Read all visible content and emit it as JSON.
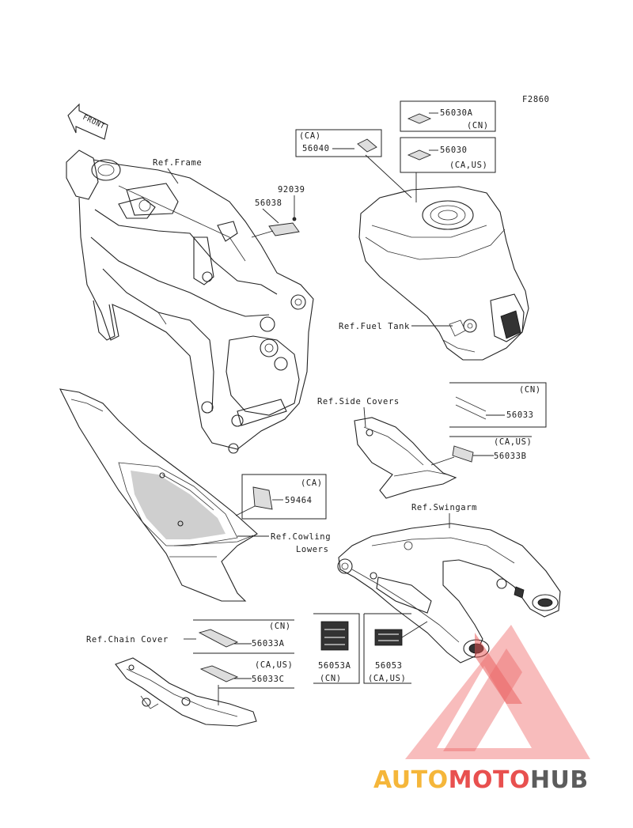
{
  "figure_code": "F2860",
  "front_arrow_label": "FRONT",
  "refs": {
    "frame": "Ref.Frame",
    "fuel_tank": "Ref.Fuel Tank",
    "side_covers": "Ref.Side Covers",
    "swingarm": "Ref.Swingarm",
    "cowling_line1": "Ref.Cowling",
    "cowling_line2": "Lowers",
    "chain_cover": "Ref.Chain Cover"
  },
  "parts": {
    "p92039": "92039",
    "p56038": "56038",
    "p56040": "56040",
    "p56040_region": "(CA)",
    "p56030A": "56030A",
    "p56030A_region": "(CN)",
    "p56030": "56030",
    "p56030_region": "(CA,US)",
    "p56033": "56033",
    "p56033_region": "(CN)",
    "p56033B": "56033B",
    "p56033B_region": "(CA,US)",
    "p59464": "59464",
    "p59464_region": "(CA)",
    "p56033A": "56033A",
    "p56033A_region": "(CN)",
    "p56033C": "56033C",
    "p56033C_region": "(CA,US)",
    "p56053A": "56053A",
    "p56053A_region": "(CN)",
    "p56053": "56053",
    "p56053_region": "(CA,US)"
  },
  "watermark": {
    "part1": "AUTO",
    "part2": "MOTO",
    "part3": "HUB",
    "color1": "#f5b63a",
    "color2": "#e8504f",
    "color3": "#5c5c5c"
  }
}
